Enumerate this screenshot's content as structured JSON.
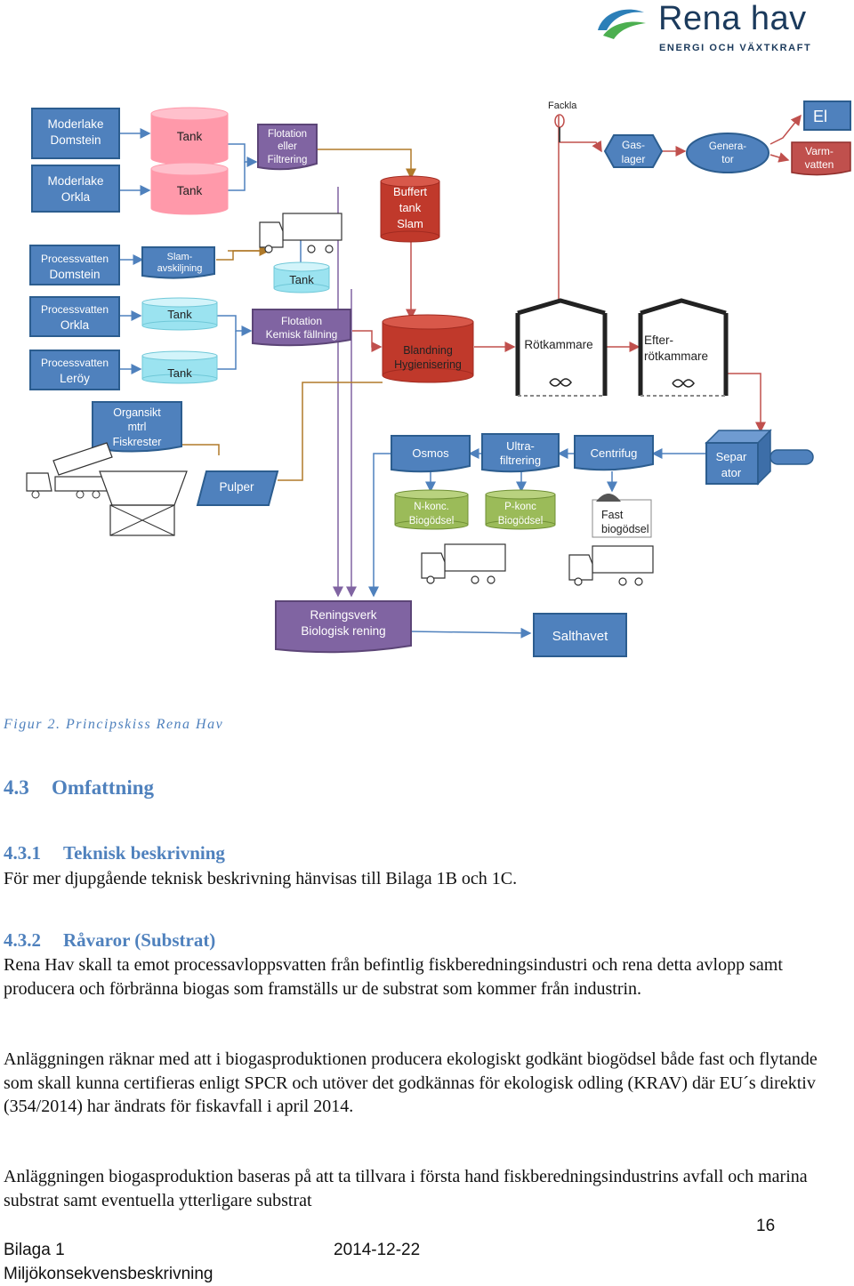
{
  "header": {
    "logo_brand": "Rena hav",
    "logo_tagline": "ENERGI OCH VÄXTKRAFT"
  },
  "diagram": {
    "fackla": "Fackla",
    "el": "El",
    "varmvatten": [
      "Varm-",
      "vatten"
    ],
    "gaslager": [
      "Gas-",
      "lager"
    ],
    "generator": [
      "Genera-",
      "tor"
    ],
    "moderlake_domstein": [
      "Moderlake",
      "Domstein"
    ],
    "moderlake_orkla": [
      "Moderlake",
      "Orkla"
    ],
    "tank_1": "Tank",
    "tank_2": "Tank",
    "flotation_filtrering": [
      "Flotation",
      "eller",
      "Filtrering"
    ],
    "buffert": [
      "Buffert",
      "tank",
      "Slam"
    ],
    "processvatten_domstein": [
      "Processvatten",
      "Domstein"
    ],
    "slamavskiljning": [
      "Slam-",
      "avskiljning"
    ],
    "tank_3": "Tank",
    "processvatten_orkla": [
      "Processvatten",
      "Orkla"
    ],
    "tank_4": "Tank",
    "flotation_kemisk": [
      "Flotation",
      "Kemisk fällning"
    ],
    "blandning": [
      "Blandning",
      "Hygienisering"
    ],
    "rotkammare": "Rötkammare",
    "efterrotkammare": [
      "Efter-",
      "rötkammare"
    ],
    "processvatten_leroy": [
      "Processvatten",
      "Leröy"
    ],
    "tank_5": "Tank",
    "organiskt": [
      "Organsikt",
      "mtrl",
      "Fiskrester"
    ],
    "osmos": "Osmos",
    "ultrafiltrering": [
      "Ultra-",
      "filtrering"
    ],
    "centrifug": "Centrifug",
    "separator": [
      "Separ",
      "ator"
    ],
    "pulper": "Pulper",
    "nkonc": [
      "N-konc.",
      "Biogödsel"
    ],
    "pkonc": [
      "P-konc",
      "Biogödsel"
    ],
    "fast": [
      "Fast",
      "biogödsel"
    ],
    "reningsverk": [
      "Reningsverk",
      "Biologisk rening"
    ],
    "salthavet": "Salthavet"
  },
  "caption": "Figur 2. Principskiss Rena Hav",
  "section_43": {
    "num": "4.3",
    "title": "Omfattning"
  },
  "section_431": {
    "num": "4.3.1",
    "title": "Teknisk beskrivning",
    "text": "För mer djupgående teknisk beskrivning hänvisas till Bilaga 1B och 1C."
  },
  "section_432": {
    "num": "4.3.2",
    "title": "Råvaror (Substrat)",
    "p1": "Rena Hav skall ta emot processavloppsvatten från befintlig fiskberedningsindustri och rena detta avlopp samt producera och förbränna biogas som framställs ur de substrat som kommer från industrin.",
    "p2": "Anläggningen räknar med att i biogasproduktionen producera ekologiskt godkänt biogödsel både fast och flytande som skall kunna certifieras enligt SPCR och utöver det godkännas för ekologisk odling (KRAV) där EU´s direktiv (354/2014) har ändrats för fiskavfall i april 2014.",
    "p3": "Anläggningen biogasproduktion baseras på att ta tillvara i första hand fiskberedningsindustrins avfall och marina substrat samt eventuella ytterligare substrat"
  },
  "footer": {
    "page": "16",
    "left1": "Bilaga 1",
    "date": "2014-12-22",
    "left2": "Miljökonsekvensbeskrivning"
  }
}
